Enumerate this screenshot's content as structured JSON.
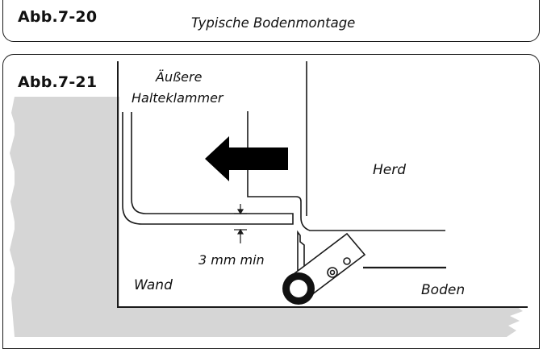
{
  "top_panel": {
    "figure_label": "Abb.7-20",
    "caption": "Typische Bodenmontage"
  },
  "bottom_panel": {
    "figure_label": "Abb.7-21",
    "labels": {
      "clip_line1": "Äußere",
      "clip_line2": "Halteklammer",
      "stove": "Herd",
      "gap": "3 mm min",
      "wall": "Wand",
      "floor": "Boden"
    }
  },
  "colors": {
    "line": "#1a1a1a",
    "shadow": "#d6d6d6",
    "arrow": "#000000"
  },
  "icons": {
    "direction_arrow": "left-arrow-icon"
  }
}
